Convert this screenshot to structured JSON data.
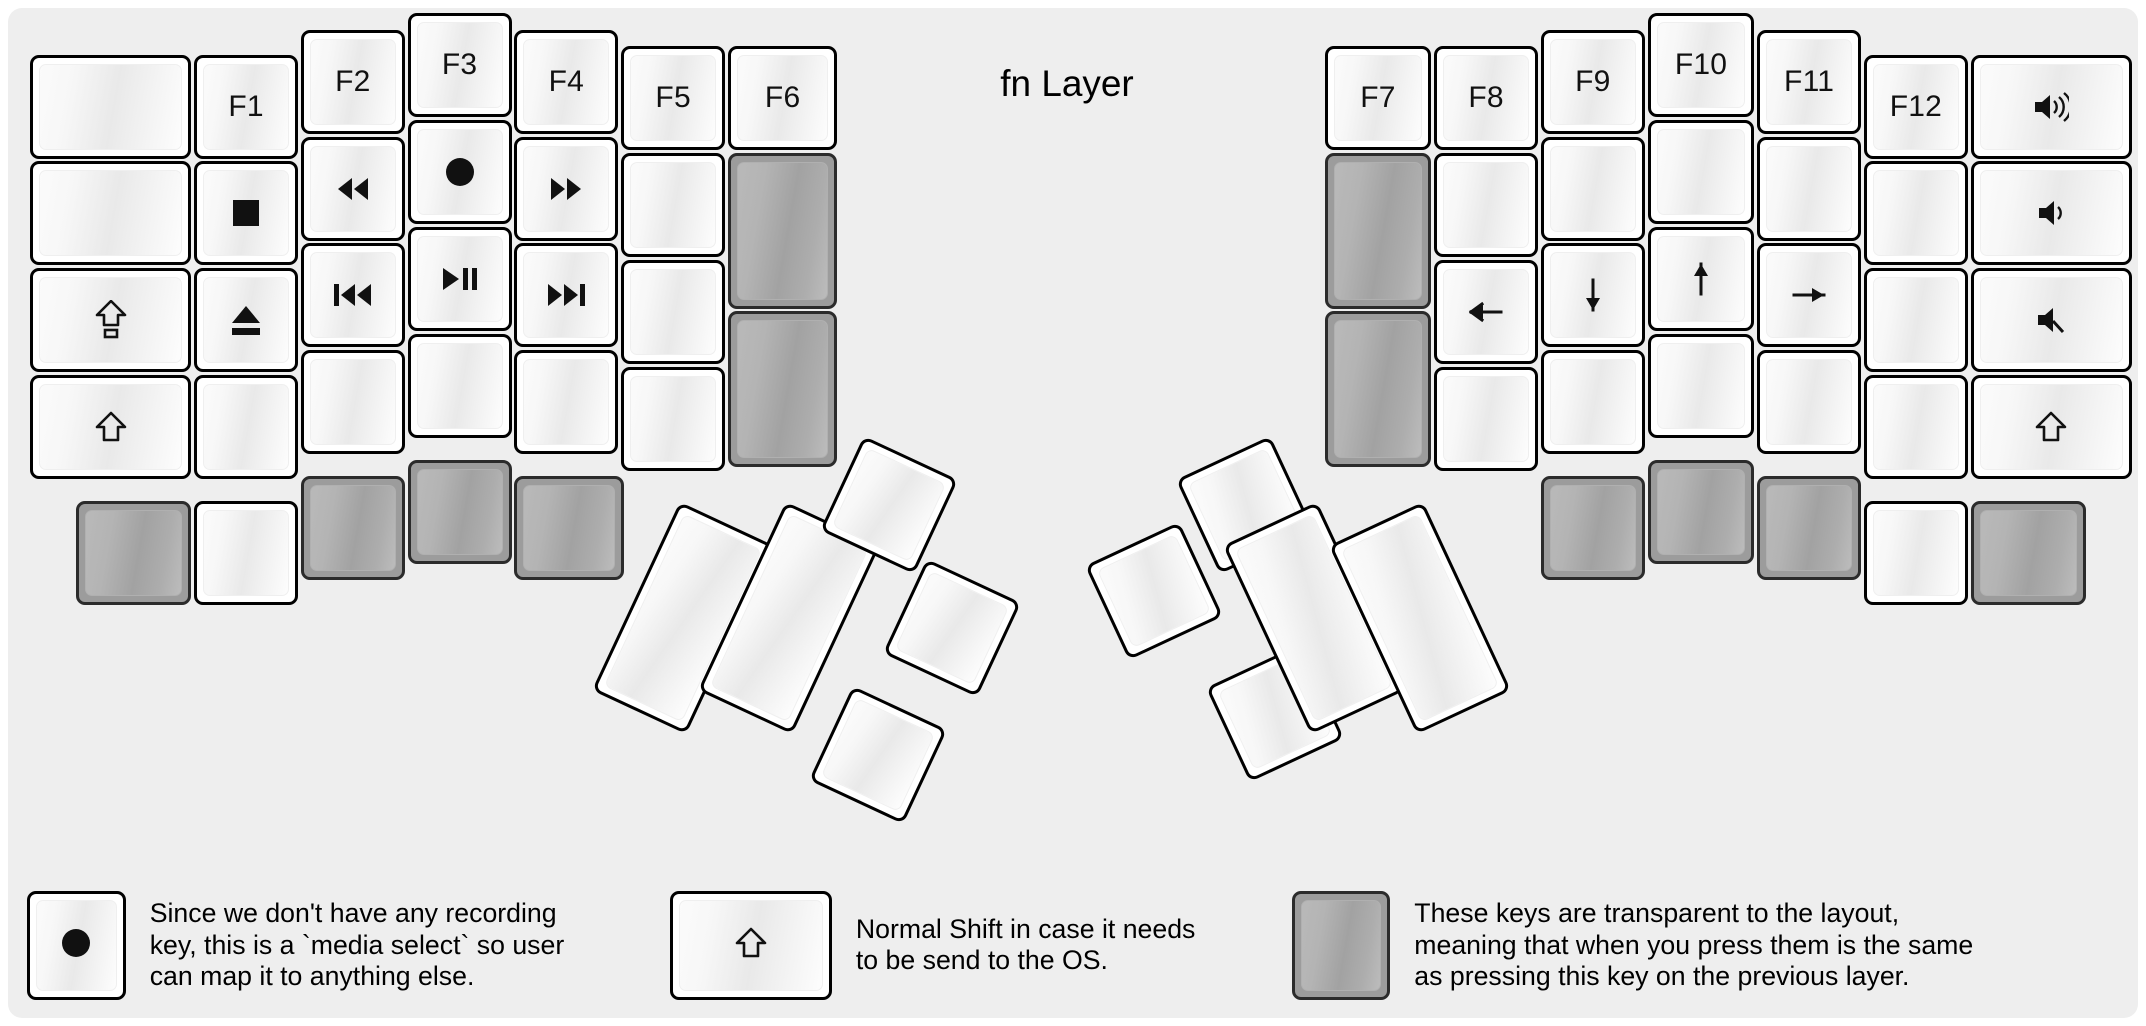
{
  "title": "fn Layer",
  "colors": {
    "background": "#eeeeee",
    "key_face_light": "#f7f7f7",
    "key_border": "#000000",
    "transparent_key": "#9c9c9c",
    "transparent_key_border": "#2b2b2b"
  },
  "legend_notes": [
    {
      "key_icon": "record-dot-icon",
      "key_state": "normal",
      "text": "Since we don't have any recording\nkey, this is a `media select` so user\ncan map it to anything else."
    },
    {
      "key_icon": "shift-arrow-icon",
      "key_state": "normal",
      "text": "Normal Shift in case it needs\nto be send to the OS."
    },
    {
      "key_icon": "blank-icon",
      "key_state": "transparent",
      "text": "These keys are transparent to the layout,\nmeaning that when you press them is the same\nas pressing this key on the previous layer."
    }
  ],
  "left_half": {
    "columns": [
      {
        "name": "col-pinky-outer",
        "keys": [
          {
            "label": "",
            "icon": "",
            "state": "normal"
          },
          {
            "label": "",
            "icon": "",
            "state": "normal"
          },
          {
            "label": "",
            "icon": "caps-lock-icon",
            "state": "normal"
          },
          {
            "label": "",
            "icon": "shift-arrow-icon",
            "state": "normal"
          },
          {
            "label": "",
            "icon": "",
            "state": "transparent"
          }
        ]
      },
      {
        "name": "col-pinky",
        "keys": [
          {
            "label": "F1",
            "icon": "",
            "state": "normal"
          },
          {
            "label": "",
            "icon": "media-stop-icon",
            "state": "normal"
          },
          {
            "label": "",
            "icon": "media-eject-icon",
            "state": "normal"
          },
          {
            "label": "",
            "icon": "",
            "state": "normal"
          },
          {
            "label": "",
            "icon": "",
            "state": "normal"
          }
        ]
      },
      {
        "name": "col-ring",
        "keys": [
          {
            "label": "F2",
            "icon": "",
            "state": "normal"
          },
          {
            "label": "",
            "icon": "media-rewind-icon",
            "state": "normal"
          },
          {
            "label": "",
            "icon": "media-prev-track-icon",
            "state": "normal"
          },
          {
            "label": "",
            "icon": "",
            "state": "normal"
          },
          {
            "label": "",
            "icon": "",
            "state": "transparent"
          }
        ]
      },
      {
        "name": "col-middle",
        "keys": [
          {
            "label": "F3",
            "icon": "",
            "state": "normal"
          },
          {
            "label": "",
            "icon": "record-dot-icon",
            "state": "normal"
          },
          {
            "label": "",
            "icon": "media-play-pause-icon",
            "state": "normal"
          },
          {
            "label": "",
            "icon": "",
            "state": "normal"
          },
          {
            "label": "",
            "icon": "",
            "state": "transparent"
          }
        ]
      },
      {
        "name": "col-index",
        "keys": [
          {
            "label": "F4",
            "icon": "",
            "state": "normal"
          },
          {
            "label": "",
            "icon": "media-fast-forward-icon",
            "state": "normal"
          },
          {
            "label": "",
            "icon": "media-next-track-icon",
            "state": "normal"
          },
          {
            "label": "",
            "icon": "",
            "state": "normal"
          },
          {
            "label": "",
            "icon": "",
            "state": "transparent"
          }
        ]
      },
      {
        "name": "col-index-inner",
        "keys": [
          {
            "label": "F5",
            "icon": "",
            "state": "normal"
          },
          {
            "label": "",
            "icon": "",
            "state": "normal"
          },
          {
            "label": "",
            "icon": "",
            "state": "normal"
          },
          {
            "label": "",
            "icon": "",
            "state": "normal"
          }
        ]
      },
      {
        "name": "col-inner",
        "keys": [
          {
            "label": "F6",
            "icon": "",
            "state": "normal"
          },
          {
            "label": "",
            "icon": "",
            "state": "transparent"
          },
          {
            "label": "",
            "icon": "",
            "state": "transparent"
          }
        ]
      }
    ],
    "thumb_cluster": [
      {
        "name": "thumb-big-1",
        "state": "normal",
        "label": ""
      },
      {
        "name": "thumb-big-2",
        "state": "normal",
        "label": ""
      },
      {
        "name": "thumb-small-1",
        "state": "normal",
        "label": ""
      },
      {
        "name": "thumb-small-2",
        "state": "normal",
        "label": ""
      },
      {
        "name": "thumb-small-3",
        "state": "normal",
        "label": ""
      }
    ]
  },
  "right_half": {
    "columns": [
      {
        "name": "col-inner",
        "keys": [
          {
            "label": "F7",
            "icon": "",
            "state": "normal"
          },
          {
            "label": "",
            "icon": "",
            "state": "transparent"
          },
          {
            "label": "",
            "icon": "",
            "state": "transparent"
          }
        ]
      },
      {
        "name": "col-index-inner",
        "keys": [
          {
            "label": "F8",
            "icon": "",
            "state": "normal"
          },
          {
            "label": "",
            "icon": "",
            "state": "normal"
          },
          {
            "label": "",
            "icon": "arrow-left-icon",
            "state": "normal"
          },
          {
            "label": "",
            "icon": "",
            "state": "normal"
          }
        ]
      },
      {
        "name": "col-index",
        "keys": [
          {
            "label": "F9",
            "icon": "",
            "state": "normal"
          },
          {
            "label": "",
            "icon": "",
            "state": "normal"
          },
          {
            "label": "",
            "icon": "arrow-down-icon",
            "state": "normal"
          },
          {
            "label": "",
            "icon": "",
            "state": "normal"
          },
          {
            "label": "",
            "icon": "",
            "state": "transparent"
          }
        ]
      },
      {
        "name": "col-middle",
        "keys": [
          {
            "label": "F10",
            "icon": "",
            "state": "normal"
          },
          {
            "label": "",
            "icon": "",
            "state": "normal"
          },
          {
            "label": "",
            "icon": "arrow-up-icon",
            "state": "normal"
          },
          {
            "label": "",
            "icon": "",
            "state": "normal"
          },
          {
            "label": "",
            "icon": "",
            "state": "transparent"
          }
        ]
      },
      {
        "name": "col-ring",
        "keys": [
          {
            "label": "F11",
            "icon": "",
            "state": "normal"
          },
          {
            "label": "",
            "icon": "",
            "state": "normal"
          },
          {
            "label": "",
            "icon": "arrow-right-icon",
            "state": "normal"
          },
          {
            "label": "",
            "icon": "",
            "state": "normal"
          },
          {
            "label": "",
            "icon": "",
            "state": "transparent"
          }
        ]
      },
      {
        "name": "col-pinky",
        "keys": [
          {
            "label": "F12",
            "icon": "",
            "state": "normal"
          },
          {
            "label": "",
            "icon": "",
            "state": "normal"
          },
          {
            "label": "",
            "icon": "",
            "state": "normal"
          },
          {
            "label": "",
            "icon": "",
            "state": "normal"
          },
          {
            "label": "",
            "icon": "",
            "state": "normal"
          }
        ]
      },
      {
        "name": "col-pinky-outer",
        "keys": [
          {
            "label": "",
            "icon": "volume-up-icon",
            "state": "normal"
          },
          {
            "label": "",
            "icon": "volume-down-icon",
            "state": "normal"
          },
          {
            "label": "",
            "icon": "volume-mute-icon",
            "state": "normal"
          },
          {
            "label": "",
            "icon": "shift-arrow-icon",
            "state": "normal"
          },
          {
            "label": "",
            "icon": "",
            "state": "transparent"
          }
        ]
      }
    ],
    "thumb_cluster": [
      {
        "name": "thumb-small-1",
        "state": "normal",
        "label": ""
      },
      {
        "name": "thumb-small-2",
        "state": "normal",
        "label": ""
      },
      {
        "name": "thumb-small-3",
        "state": "normal",
        "label": ""
      },
      {
        "name": "thumb-big-1",
        "state": "normal",
        "label": ""
      },
      {
        "name": "thumb-big-2",
        "state": "normal",
        "label": ""
      }
    ]
  }
}
